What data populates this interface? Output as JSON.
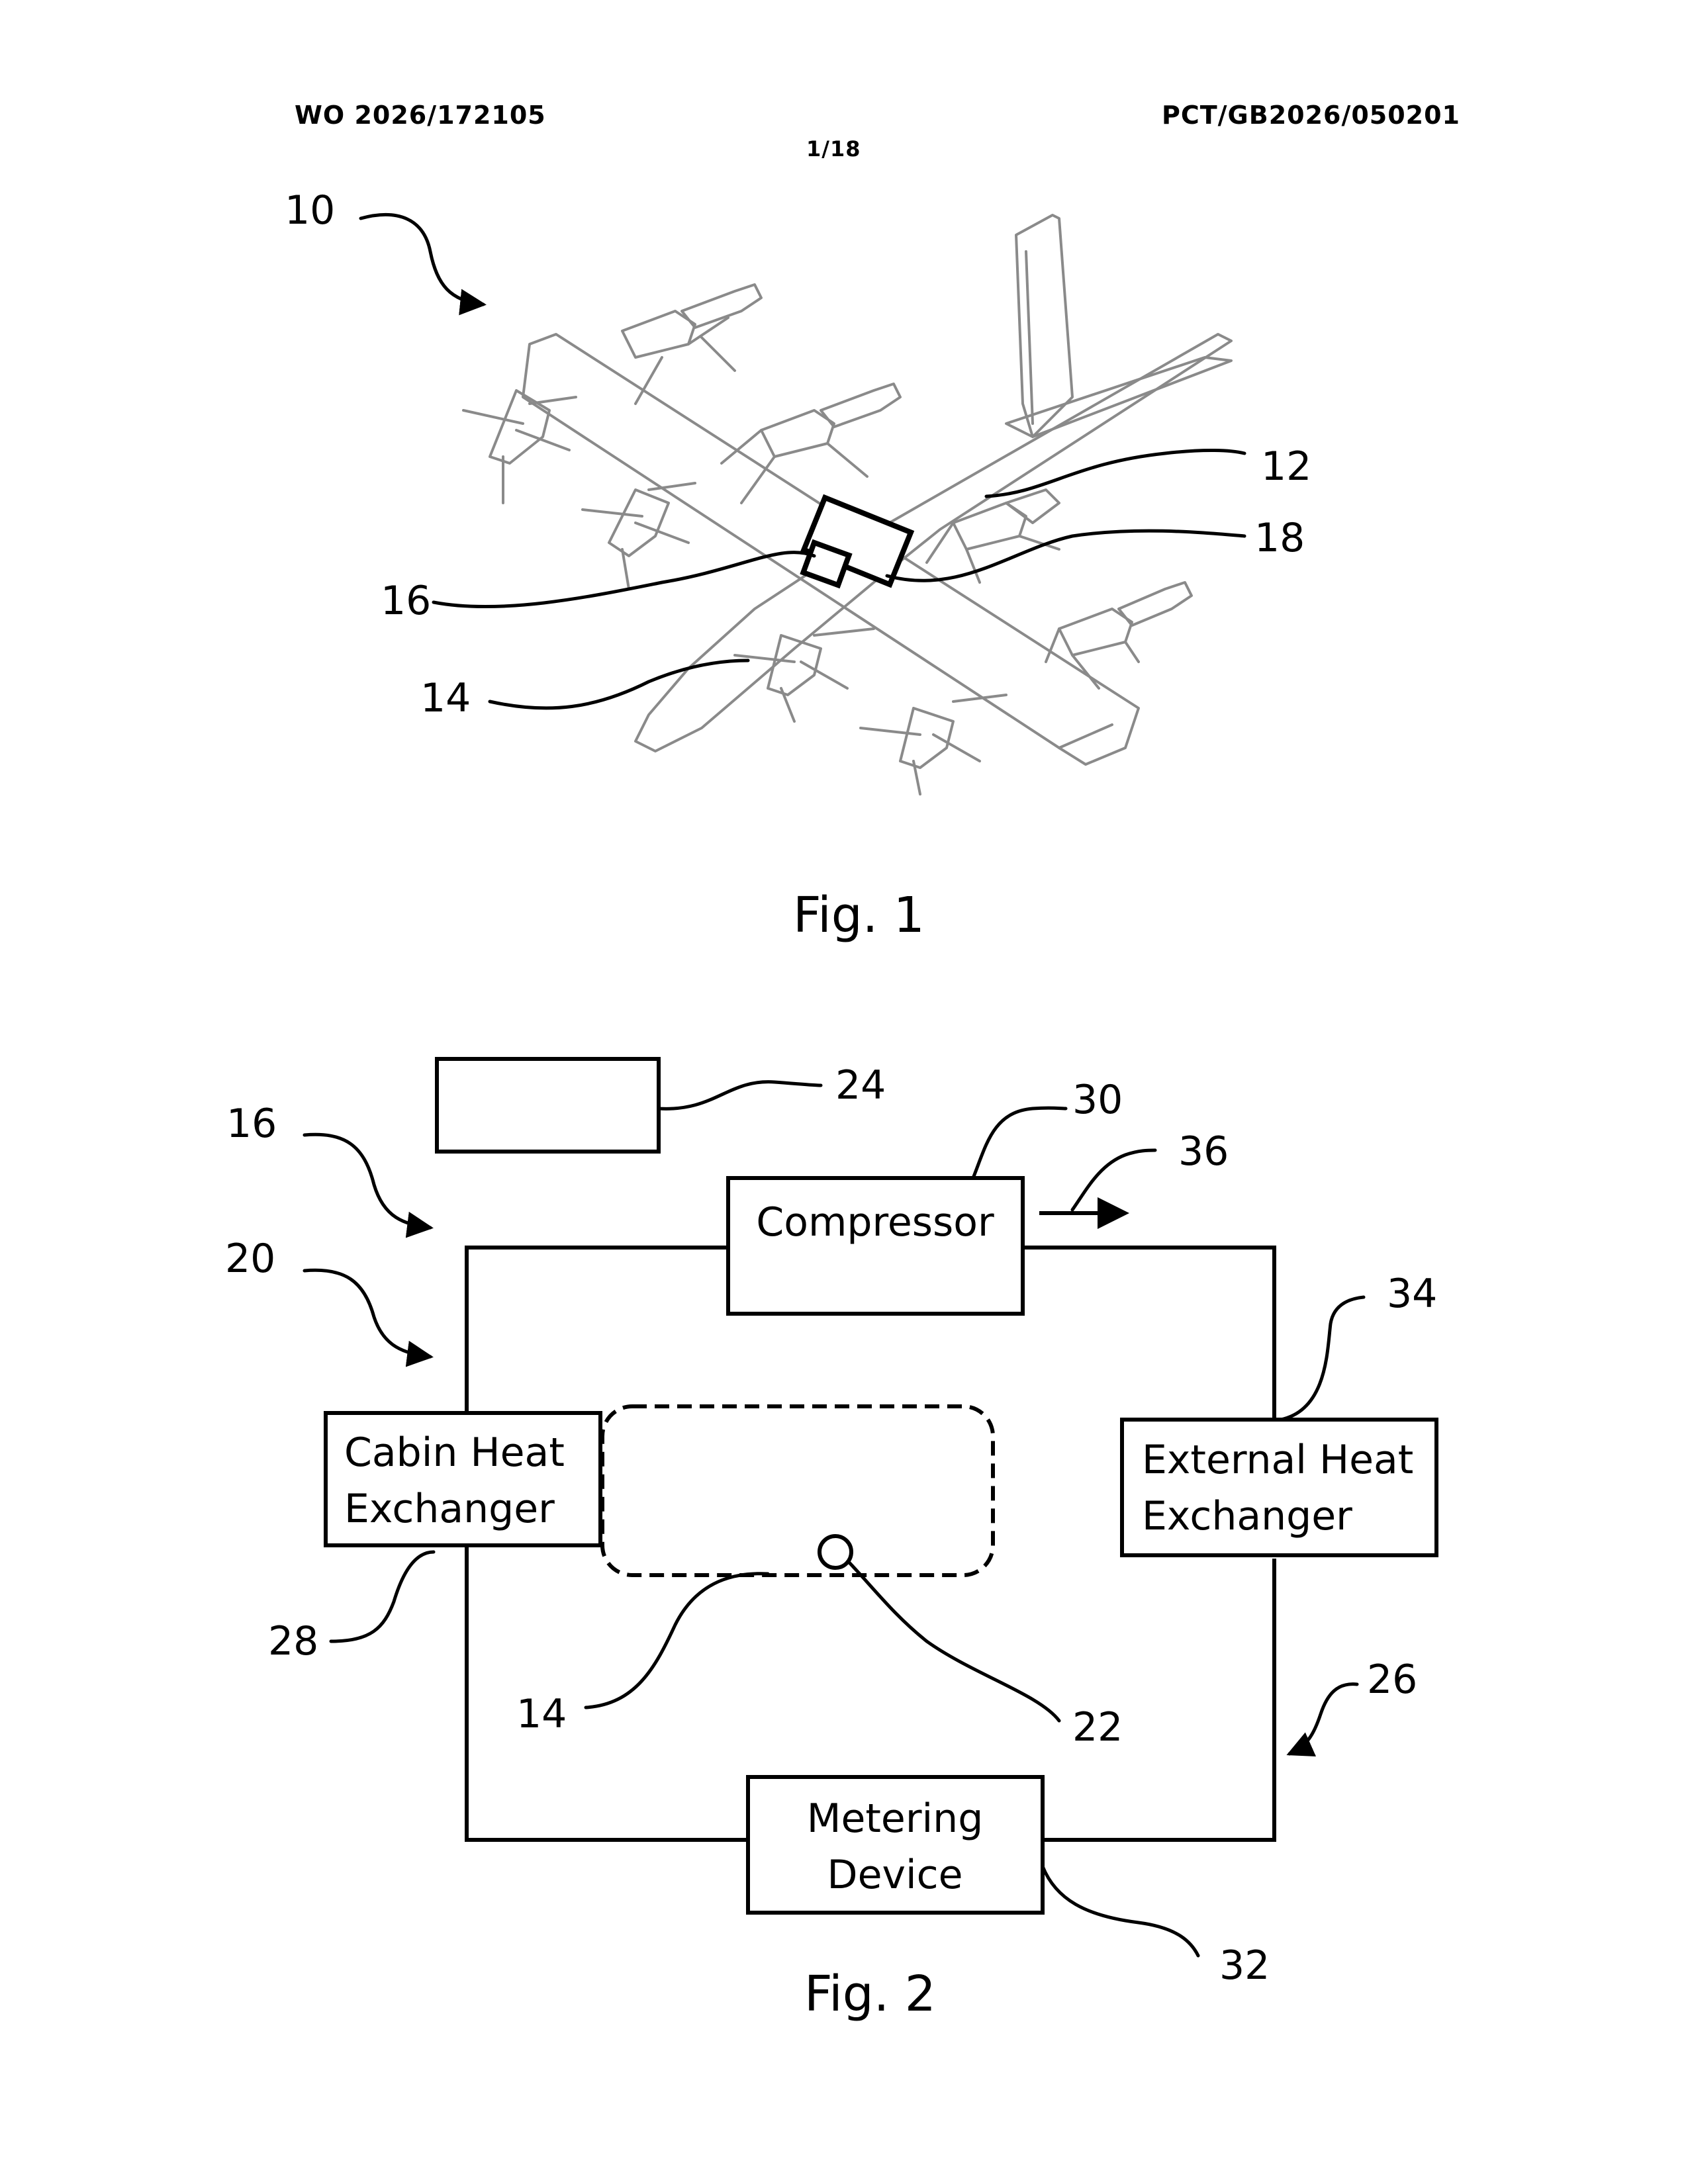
{
  "header": {
    "publication_number": "WO 2026/172105",
    "application_number": "PCT/GB2026/050201",
    "sheet": "1/18"
  },
  "figure1": {
    "caption": "Fig. 1",
    "refs": {
      "aircraft": "10",
      "fuselage": "12",
      "cabin": "14",
      "system": "16",
      "component": "18"
    }
  },
  "figure2": {
    "caption": "Fig. 2",
    "refs": {
      "system": "16",
      "circuit": "20",
      "controller": "24",
      "compressor": "30",
      "outlet": "36",
      "external_hx": "34",
      "flow": "26",
      "cabin_hx": "28",
      "cabin": "14",
      "sensor": "22",
      "metering": "32"
    },
    "labels": {
      "compressor": "Compressor",
      "cabin_hx_1": "Cabin Heat",
      "cabin_hx_2": "Exchanger",
      "external_hx_1": "External Heat",
      "external_hx_2": "Exchanger",
      "metering_1": "Metering",
      "metering_2": "Device"
    }
  }
}
